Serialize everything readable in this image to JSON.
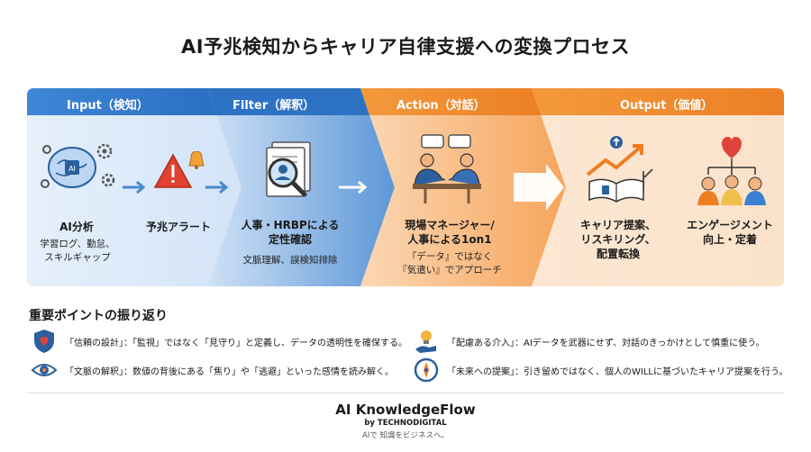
{
  "title": "AI予兆検知からキャリア自律支援への変換プロセス",
  "stages": [
    {
      "header": "Input（検知）",
      "color": "#3a7fd0"
    },
    {
      "header": "Filter（解釈）",
      "color": "#2f76c8"
    },
    {
      "header": "Action（対話）",
      "color": "#f08a2a"
    },
    {
      "header": "Output（価値）",
      "color": "#ef8a2e"
    }
  ],
  "nodes": {
    "ai_analysis": {
      "label": "AI分析",
      "sub": "学習ログ、勤怠、\nスキルギャップ",
      "icon": "ai-brain-icon"
    },
    "alert": {
      "label": "予兆アラート",
      "icon": "alert-bell-icon"
    },
    "hrbp": {
      "label": "人事・HRBPによる\n定性確認",
      "sub": "文脈理解、誤検知排除",
      "icon": "document-magnifier-icon"
    },
    "one_on_one": {
      "label": "現場マネージャー/\n人事による1on1",
      "sub": "『データ』ではなく\n『気遣い』でアプローチ",
      "icon": "meeting-icon"
    },
    "career": {
      "label": "キャリア提案、\nリスキリング、\n配置転換",
      "icon": "growth-book-icon"
    },
    "engagement": {
      "label": "エンゲージメント\n向上・定着",
      "icon": "team-heart-icon"
    }
  },
  "points_title": "重要ポイントの振り返り",
  "points": [
    {
      "text": "「信頼の設計」：「監視」ではなく「見守り」と定義し、データの透明性を確保する。",
      "icon": "shield-heart-icon"
    },
    {
      "text": "「配慮ある介入」：AIデータを武器にせず、対話のきっかけとして慎重に使う。",
      "icon": "lightbulb-hand-icon"
    },
    {
      "text": "「文脈の解釈」：数値の背後にある「焦り」や「逃避」といった感情を読み解く。",
      "icon": "eye-icon"
    },
    {
      "text": "「未来への提案」：引き留めではなく、個人のWILLに基づいたキャリア提案を行う。",
      "icon": "compass-icon"
    }
  ],
  "brand": {
    "name": "AI KnowledgeFlow",
    "by": "by TECHNODIGITAL",
    "tagline": "AIで 知識をビジネスへ。"
  }
}
